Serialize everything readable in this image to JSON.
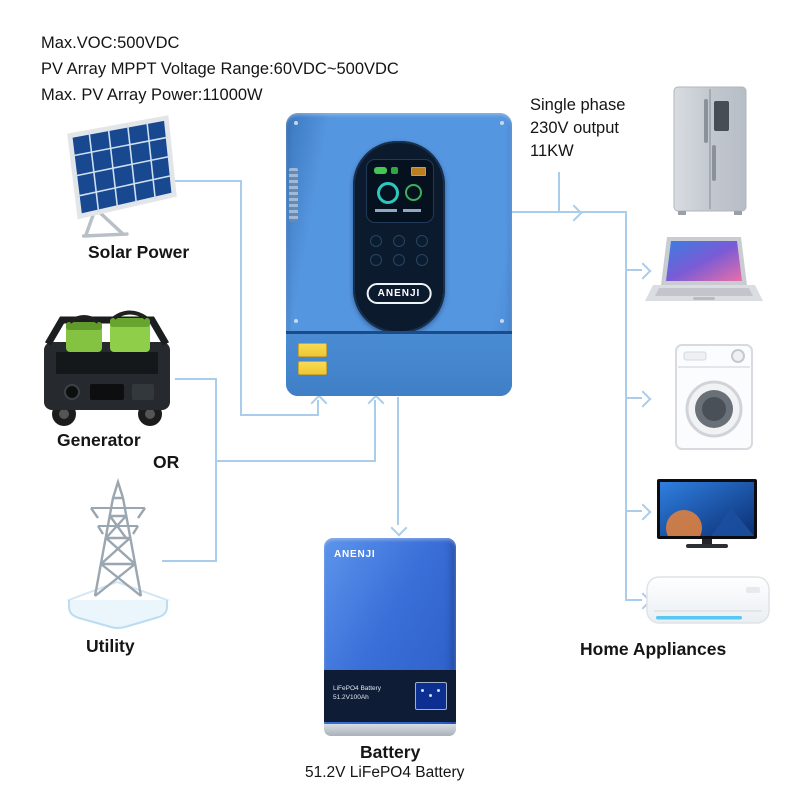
{
  "specs": [
    "Max.VOC:500VDC",
    "PV Array MPPT Voltage Range:60VDC~500VDC",
    "Max. PV Array Power:11000W"
  ],
  "output_note": [
    "Single phase",
    "230V output",
    "11KW"
  ],
  "sources": {
    "solar_label": "Solar Power",
    "generator_label": "Generator",
    "or_label": "OR",
    "utility_label": "Utility"
  },
  "inverter": {
    "brand": "ANENJI"
  },
  "battery": {
    "brand": "ANENJI",
    "label": "Battery",
    "sublabel": "51.2V LiFePO4 Battery",
    "plate_line1": "LiFePO4 Battery",
    "plate_line2": "51.2V100Ah"
  },
  "appliances": {
    "label": "Home Appliances"
  },
  "colors": {
    "connector": "#a9cdea",
    "inverter_body": "#5596e0",
    "battery_body": "#2f66cf"
  }
}
